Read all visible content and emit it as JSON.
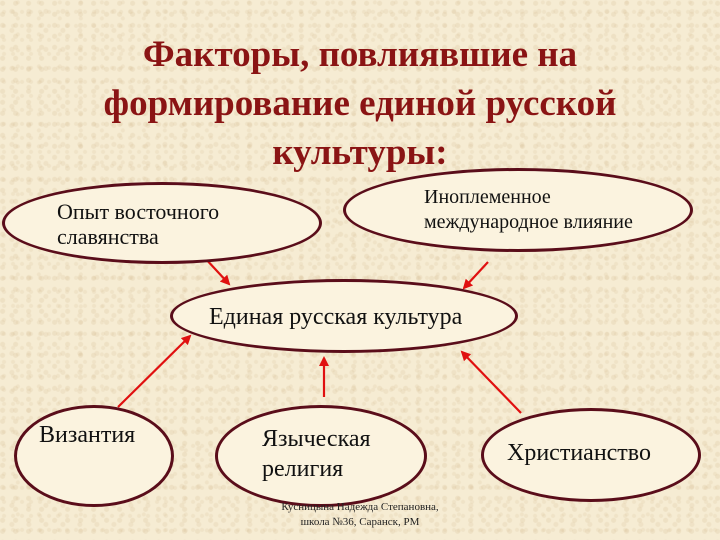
{
  "slide": {
    "title": "Факторы, повлиявшие на\nформирование единой русской\nкультуры:",
    "nodes": {
      "east_slavic": "Опыт восточного\nславянства",
      "foreign_influence": "Иноплеменное\nмеждународное влияние",
      "unified_culture": "Единая русская культура",
      "byzantium": "Византия",
      "pagan_religion": "Языческая\nрелигия",
      "christianity": "Христианство"
    },
    "footer": "Кусницына Надежда Степановна,\nшкола №36, Саранск, РМ"
  },
  "colors": {
    "title": "#8a1414",
    "ellipse_border": "#5a0d1a",
    "arrow": "#e01010",
    "background": "#f6ecd3"
  },
  "icons": {
    "arrow": "arrow-icon"
  }
}
